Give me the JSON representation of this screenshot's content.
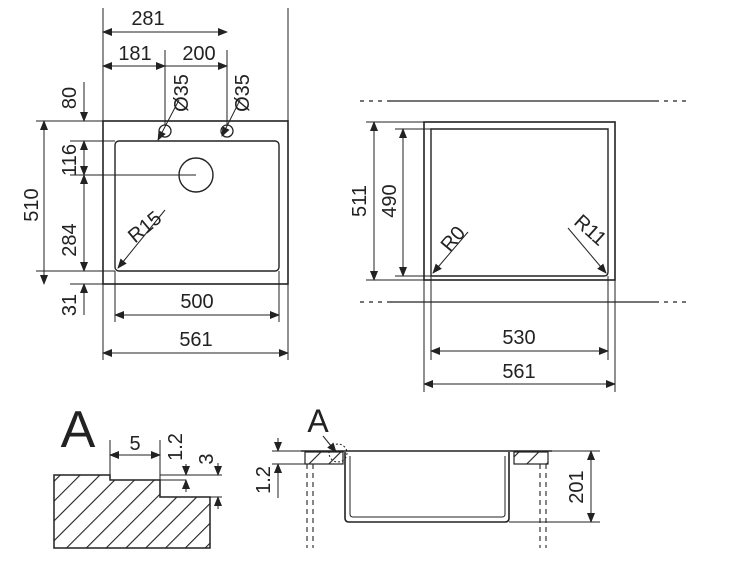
{
  "top_view": {
    "overall_width": "281",
    "offset_1": "181",
    "offset_2": "200",
    "hole_1": "Ø35",
    "hole_2": "Ø35",
    "top_margin": "80",
    "hole_offset": "116",
    "overall_depth": "510",
    "bowl_depth_part": "284",
    "bottom_margin": "31",
    "corner_radius": "R15",
    "inner_width": "500",
    "outer_width": "561"
  },
  "cutout_view": {
    "outer_height": "511",
    "inner_height": "490",
    "radius_left": "R0",
    "radius_right": "R11",
    "inner_width": "530",
    "outer_width": "561"
  },
  "detail_a": {
    "title": "A",
    "ledge": "5",
    "step": "1.2",
    "thickness": "3"
  },
  "section": {
    "marker": "A",
    "flange": "1.2",
    "bowl_depth": "201"
  }
}
